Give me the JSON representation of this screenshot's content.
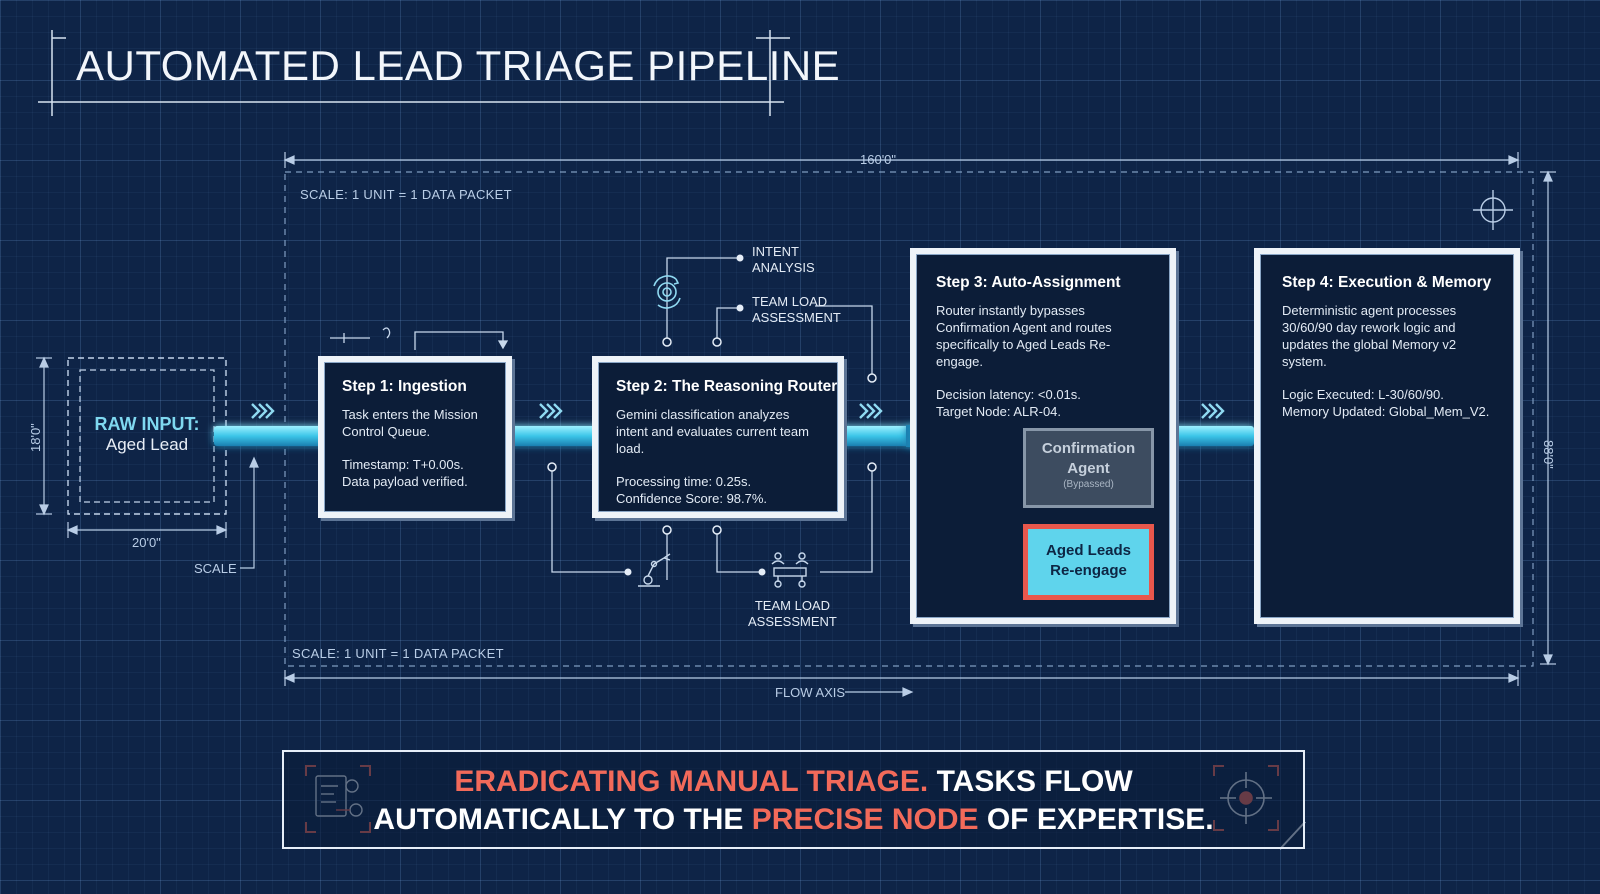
{
  "title": "AUTOMATED LEAD TRIAGE PIPELINE",
  "dimensions": {
    "width_label": "160'0\"",
    "right_height_label": "88'0\"",
    "raw_height_label": "18'0\"",
    "raw_width_label": "20'0\"",
    "scale_pointer": "SCALE",
    "scale_top": "SCALE: 1 UNIT = 1 DATA PACKET",
    "scale_bottom": "SCALE: 1 UNIT = 1 DATA PACKET",
    "flow_axis": "FLOW AXIS"
  },
  "raw_input": {
    "title": "RAW INPUT:",
    "subtitle": "Aged Lead"
  },
  "steps": [
    {
      "title": "Step 1: Ingestion",
      "description": "Task enters the Mission Control Queue.",
      "metrics": [
        "Timestamp: T+0.00s.",
        "Data payload verified."
      ]
    },
    {
      "title": "Step 2: The Reasoning Router",
      "description": "Gemini classification analyzes intent and evaluates current team load.",
      "metrics": [
        "Processing time: 0.25s.",
        "Confidence Score: 98.7%."
      ]
    },
    {
      "title": "Step 3: Auto-Assignment",
      "description": "Router instantly bypasses Confirmation Agent and routes specifically to Aged Leads Re-engage.",
      "metrics": [
        "Decision latency: <0.01s.",
        "Target Node: ALR-04."
      ]
    },
    {
      "title": "Step 4: Execution & Memory",
      "description": "Deterministic agent processes 30/60/90 day rework logic and updates the global Memory v2 system.",
      "metrics": [
        "Logic Executed: L-30/60/90.",
        "Memory Updated: Global_Mem_V2."
      ]
    }
  ],
  "annotations": {
    "intent_analysis": [
      "INTENT",
      "ANALYSIS"
    ],
    "team_load_top": [
      "TEAM LOAD",
      "ASSESSMENT"
    ],
    "team_load_bottom": [
      "TEAM LOAD",
      "ASSESSMENT"
    ]
  },
  "nodes": {
    "confirmation": {
      "title_lines": [
        "Confirmation",
        "Agent"
      ],
      "status": "(Bypassed)"
    },
    "aged_leads": {
      "title_lines": [
        "Aged Leads",
        "Re-engage"
      ]
    }
  },
  "banner": {
    "line1_highlight": "ERADICATING MANUAL TRIAGE.",
    "line1_rest": " TASKS FLOW",
    "line2_start": "AUTOMATICALLY TO THE ",
    "line2_highlight": "PRECISE NODE",
    "line2_end": " OF EXPERTISE."
  },
  "colors": {
    "background": "#0e2447",
    "flow_cyan": "#4fd0ea",
    "highlight_red": "#f26a5a",
    "card_border": "#eef3f8"
  },
  "icons": [
    "router-gear-icon",
    "robot-arm-icon",
    "team-load-icon",
    "calendar-clock-icon",
    "database-icon",
    "crosshair-icon",
    "automation-icon",
    "target-icon"
  ]
}
